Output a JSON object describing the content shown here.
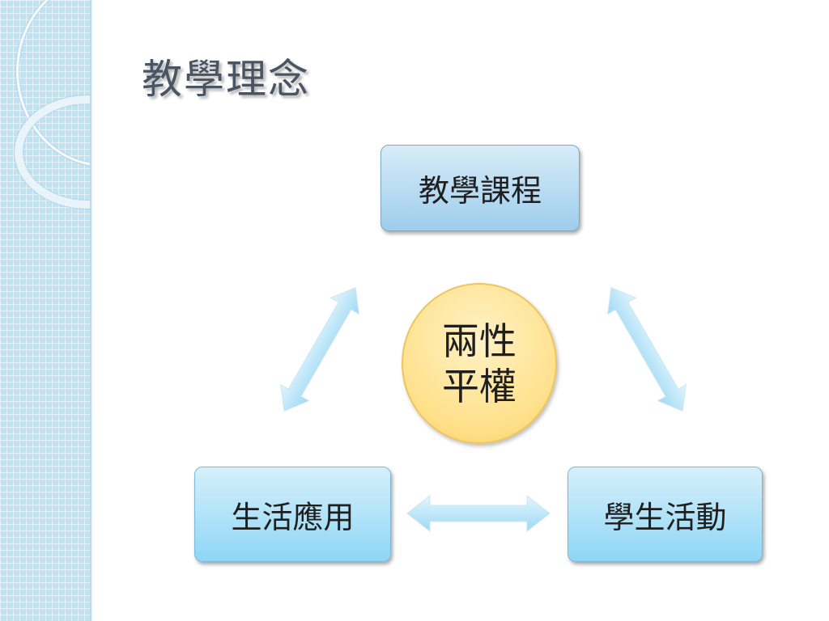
{
  "title": "教學理念",
  "nodes": {
    "top": "教學課程",
    "bottom_left": "生活應用",
    "bottom_right": "學生活動"
  },
  "center": {
    "line1": "兩性",
    "line2": "平權"
  },
  "colors": {
    "node_fill": "#9fcdec",
    "center_fill": "#ffe08a",
    "arrow_fill": "#aee0f6"
  }
}
